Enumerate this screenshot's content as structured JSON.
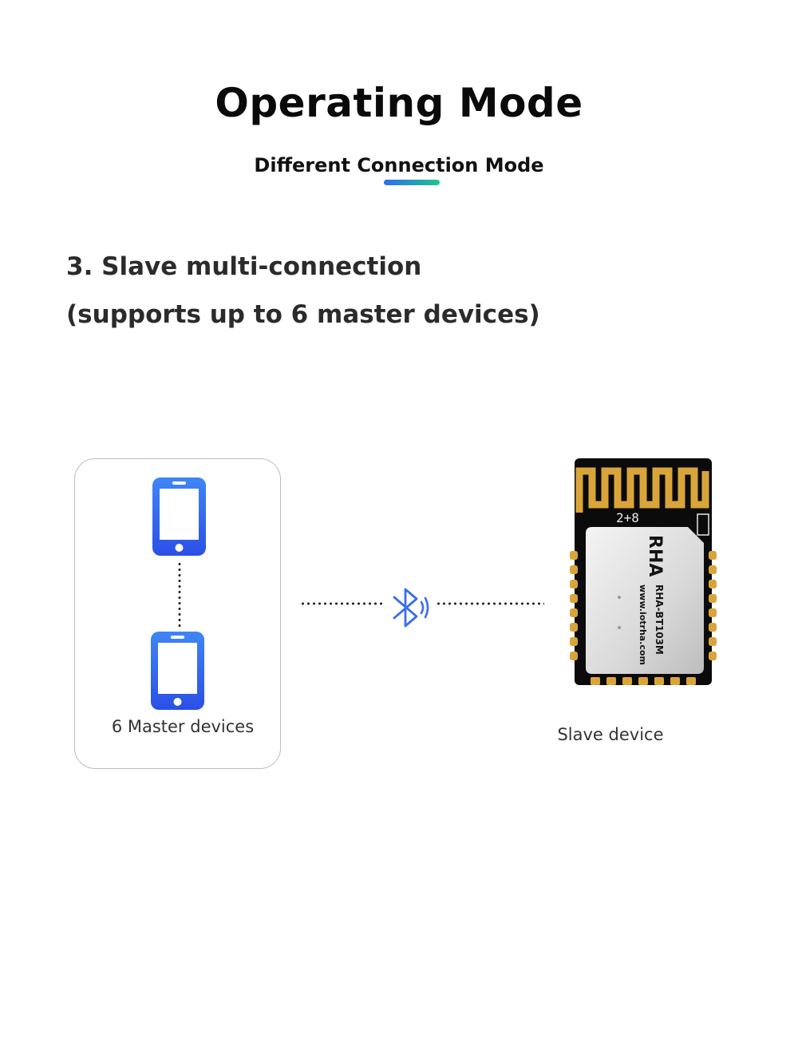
{
  "header": {
    "title": "Operating Mode",
    "subtitle": "Different Connection Mode"
  },
  "section": {
    "heading_line1": "3. Slave multi-connection",
    "heading_line2": "(supports up to 6 master devices)"
  },
  "diagram": {
    "master_label": "6 Master devices",
    "slave_label": "Slave device",
    "module_brand": "RHA",
    "module_model": "RHA-BT103M",
    "module_url": "www.iotrha.com",
    "module_silk": "2+8"
  },
  "colors": {
    "phone_gradient_top": "#3f86f5",
    "phone_gradient_bottom": "#2b4fe6",
    "bluetooth": "#3a6fe8",
    "underline_start": "#2d6cf0",
    "underline_end": "#1fc48f"
  },
  "icons": [
    "phone-icon",
    "bluetooth-icon"
  ]
}
